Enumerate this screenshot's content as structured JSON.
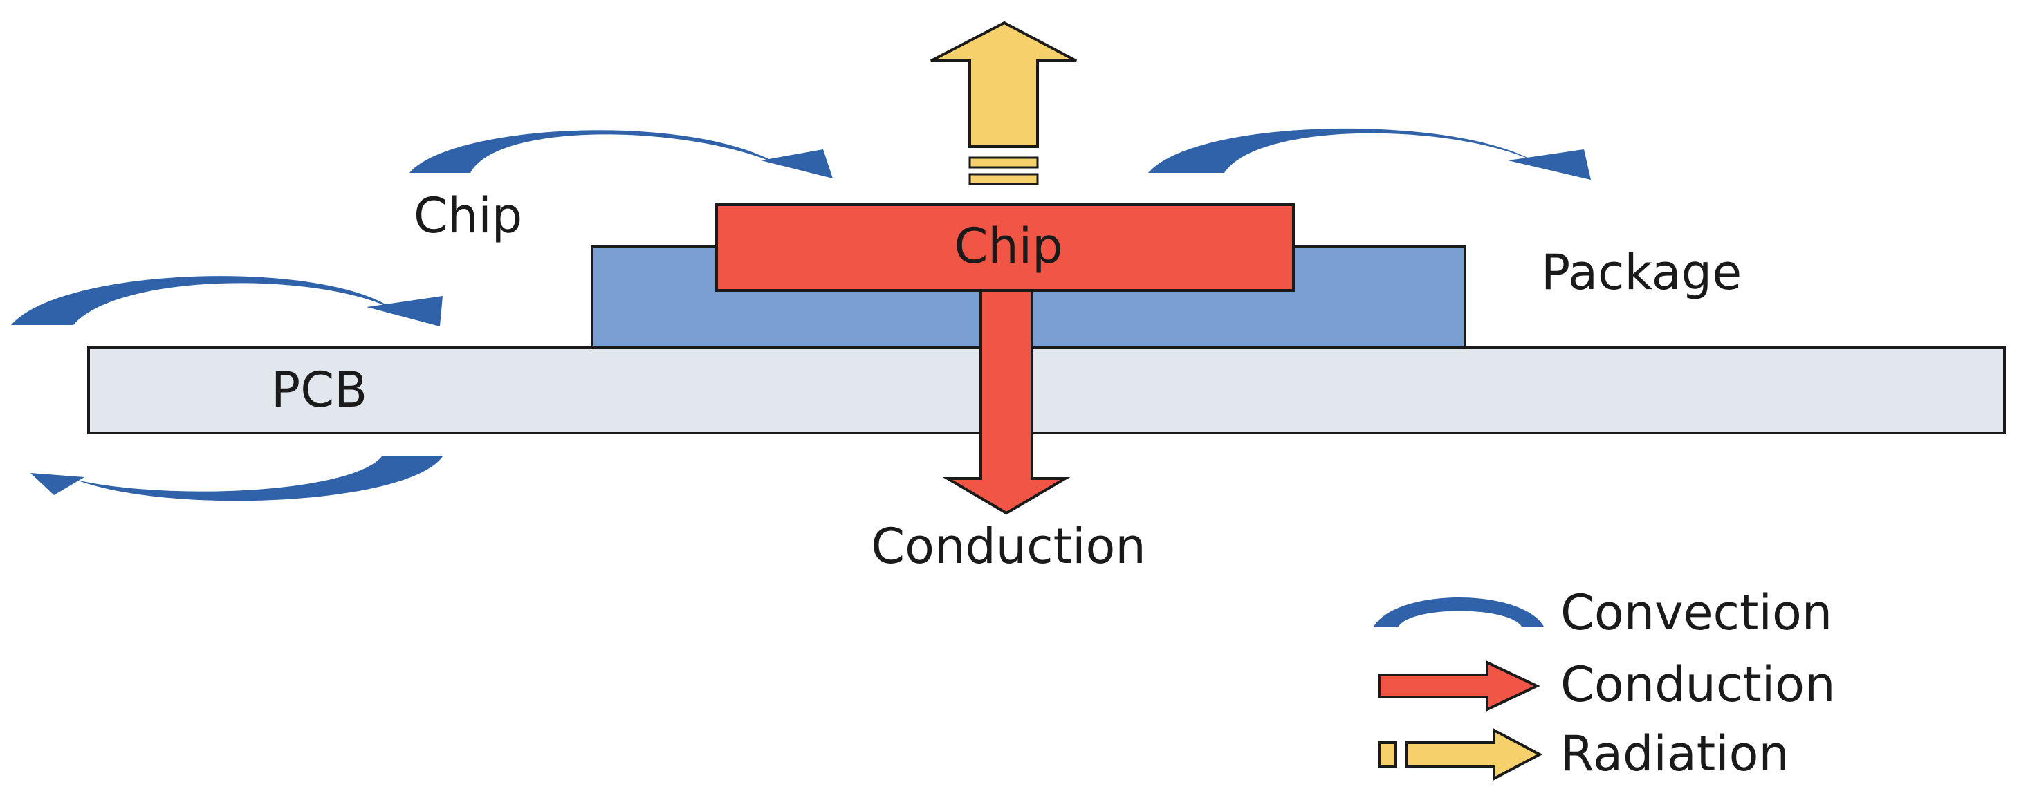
{
  "labels": {
    "chip_left": "Chip",
    "chip_block": "Chip",
    "package": "Package",
    "pcb": "PCB",
    "conduction": "Conduction"
  },
  "legend": {
    "items": [
      {
        "key": "convection",
        "label": "Convection",
        "icon": "convection-arc-icon",
        "color": "#2f62a8"
      },
      {
        "key": "conduction",
        "label": "Conduction",
        "icon": "red-arrow-icon",
        "color": "#f05545"
      },
      {
        "key": "radiation",
        "label": "Radiation",
        "icon": "yellow-arrow-icon",
        "color": "#f6d06a"
      }
    ]
  },
  "colors": {
    "chip": "#f05545",
    "package": "#7a9fd3",
    "pcb": "#e1e7ec",
    "convection": "#2f62a8",
    "radiation": "#f6d06a",
    "outline": "#1a1a1a"
  }
}
